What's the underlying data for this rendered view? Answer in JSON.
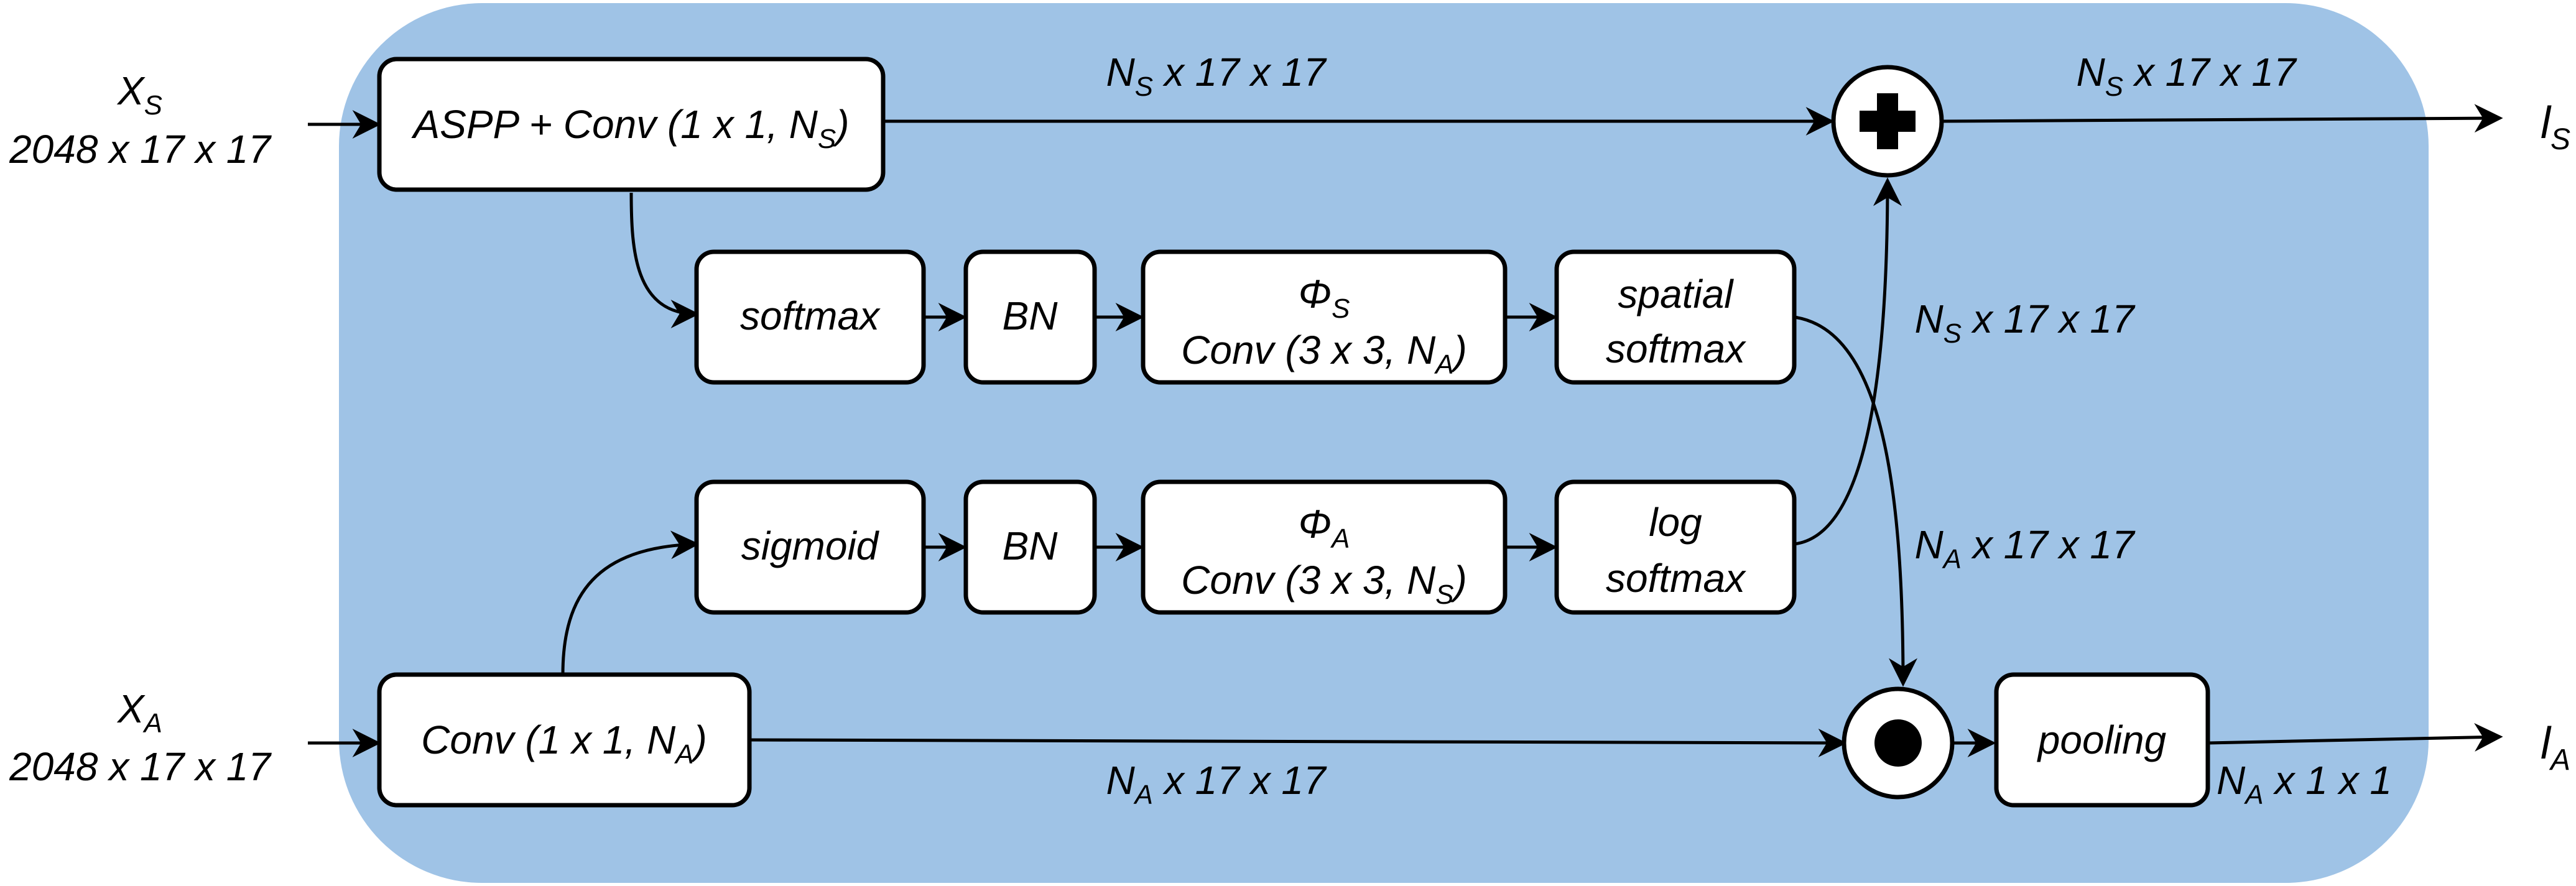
{
  "inputs": {
    "xs": {
      "base": "X",
      "sub": "S",
      "dims": "2048 x 17 x 17"
    },
    "xa": {
      "base": "X",
      "sub": "A",
      "dims": "2048 x 17 x 17"
    }
  },
  "outputs": {
    "ls": {
      "base": "l",
      "sub": "S"
    },
    "la": {
      "base": "l",
      "sub": "A"
    }
  },
  "boxes": {
    "aspp": {
      "pre": "ASPP + Conv (1 x 1, N",
      "sub": "S",
      "post": ")"
    },
    "conv_a": {
      "pre": "Conv (1 x 1, N",
      "sub": "A",
      "post": ")"
    },
    "softmax": "softmax",
    "bn_top": "BN",
    "phi_s": {
      "base": "Φ",
      "sub": "S",
      "line2_pre": "Conv (3 x 3, N",
      "line2_sub": "A",
      "line2_post": ")"
    },
    "spatial_softmax": {
      "line1": "spatial",
      "line2": "softmax"
    },
    "sigmoid": "sigmoid",
    "bn_bottom": "BN",
    "phi_a": {
      "base": "Φ",
      "sub": "A",
      "line2_pre": "Conv (3 x 3, N",
      "line2_sub": "S",
      "line2_post": ")"
    },
    "log_softmax": {
      "line1": "log",
      "line2": "softmax"
    },
    "pooling": "pooling"
  },
  "edge_labels": {
    "top_mid": {
      "base": "N",
      "sub": "S",
      "rest": " x 17 x 17"
    },
    "top_right": {
      "base": "N",
      "sub": "S",
      "rest": " x 17 x 17"
    },
    "mid_upper": {
      "base": "N",
      "sub": "S",
      "rest": " x 17 x 17"
    },
    "mid_lower": {
      "base": "N",
      "sub": "A",
      "rest": " x 17 x 17"
    },
    "bottom_mid": {
      "base": "N",
      "sub": "A",
      "rest": " x 17 x 17"
    },
    "bottom_right": {
      "base": "N",
      "sub": "A",
      "rest": " x 1 x 1"
    }
  },
  "operators": {
    "add": "plus-operator",
    "multiply": "dot-operator"
  },
  "colors": {
    "panel": "#9fc3e6",
    "box_fill": "#ffffff",
    "stroke": "#000000"
  }
}
